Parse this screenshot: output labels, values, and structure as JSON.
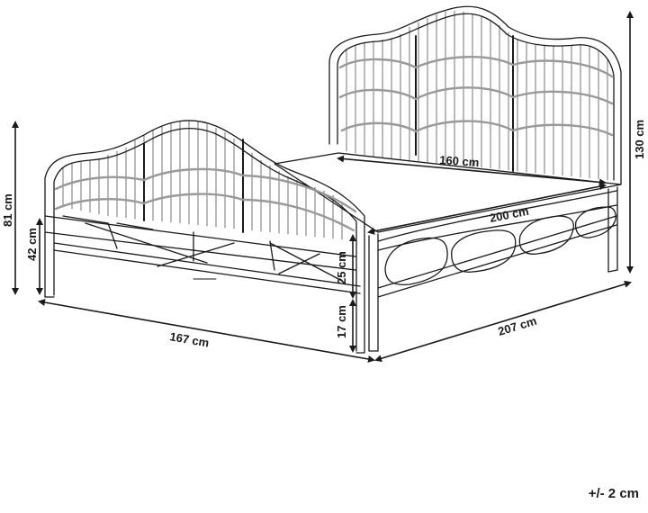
{
  "dimensions": {
    "headboard_height": "130 cm",
    "footboard_height": "81 cm",
    "rail_height": "42 cm",
    "frame_height": "25 cm",
    "leg_height": "17 cm",
    "inner_width": "160 cm",
    "inner_length": "200 cm",
    "outer_width": "167 cm",
    "outer_length": "207 cm"
  },
  "tolerance": "+/- 2 cm",
  "colors": {
    "line": "#1a1a1a",
    "rattan_shade": "#c9c9c9",
    "background": "#ffffff"
  }
}
